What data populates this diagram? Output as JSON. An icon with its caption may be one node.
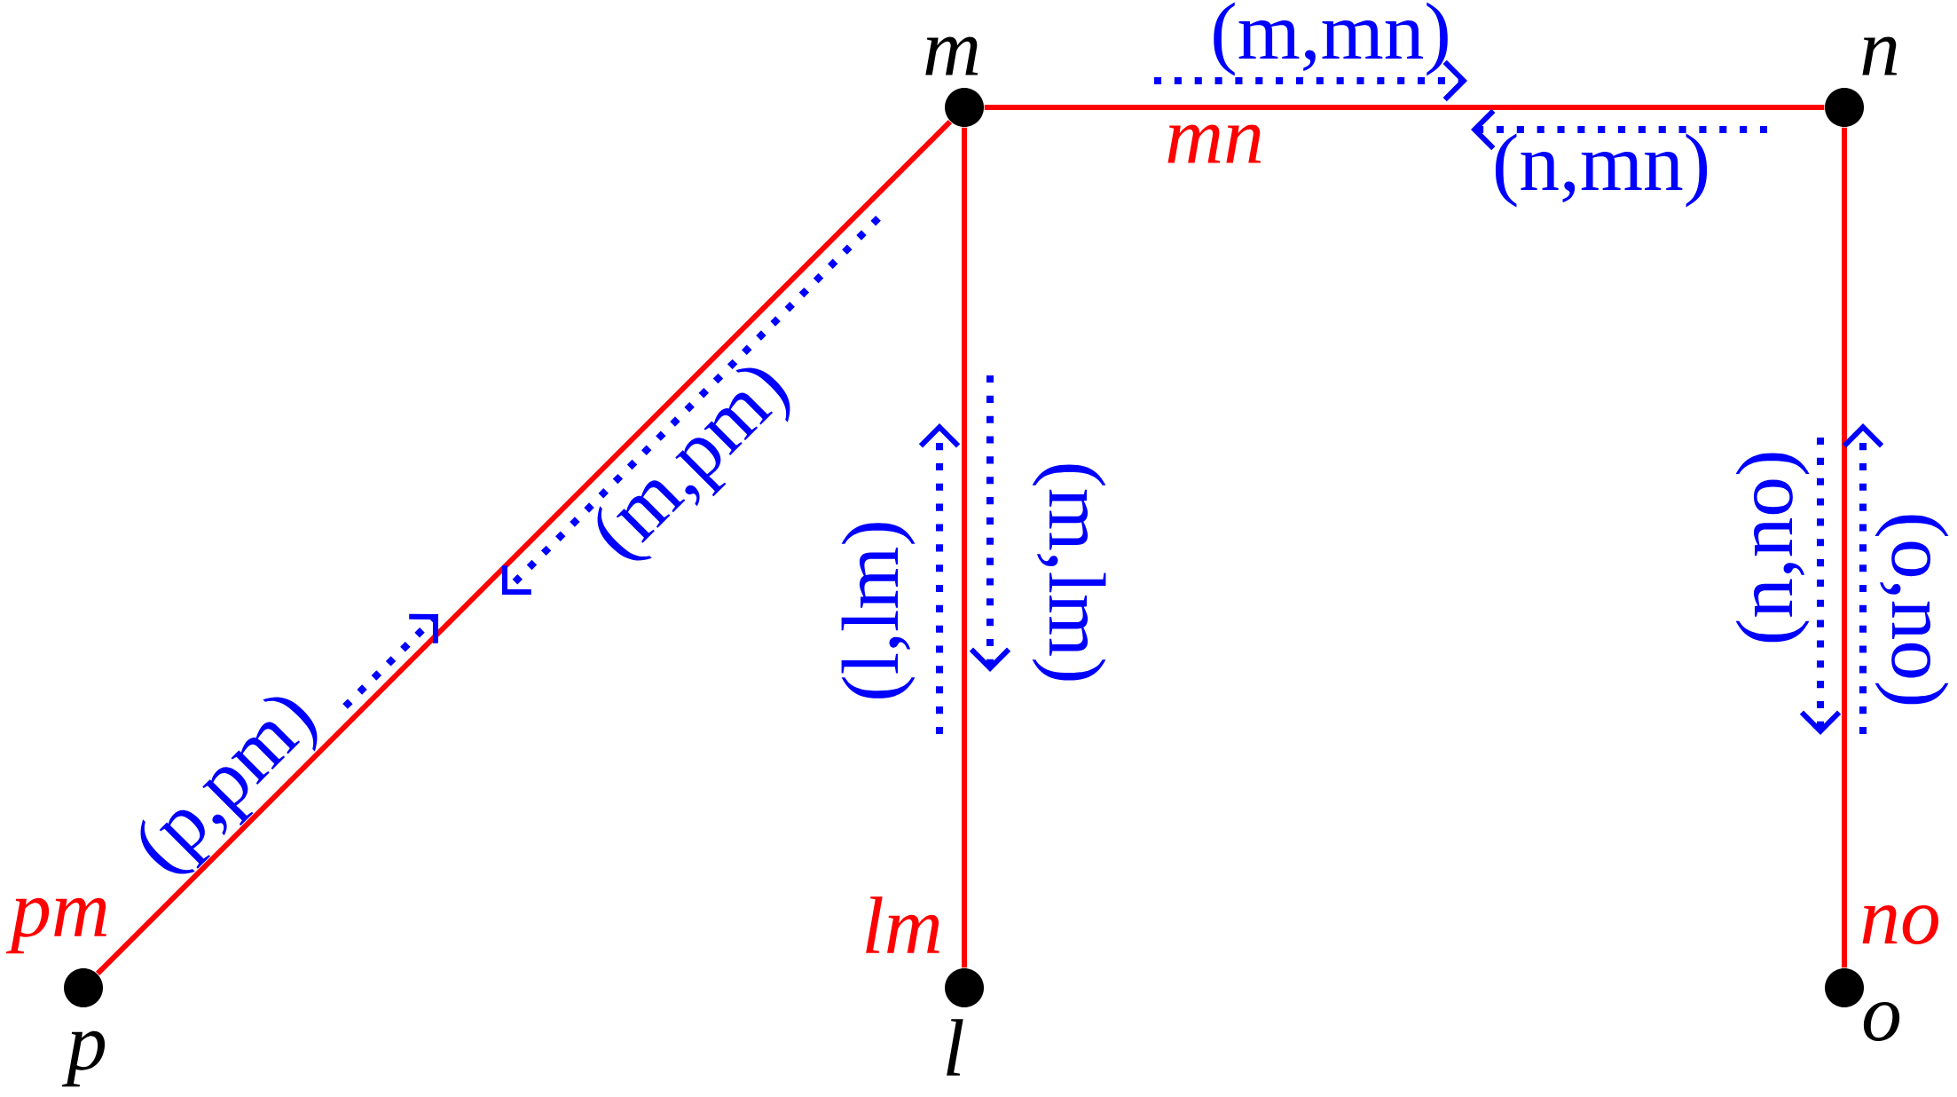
{
  "diagram": {
    "nodes": [
      {
        "text": [],
        "shape": "circle",
        "beside": [
          "m"
        ]
      },
      {
        "text": [],
        "shape": "circle",
        "beside": [
          "n"
        ]
      },
      {
        "text": [],
        "shape": "circle",
        "beside": [
          "p"
        ]
      },
      {
        "text": [],
        "shape": "circle",
        "beside": [
          "l"
        ]
      },
      {
        "text": [],
        "shape": "circle",
        "beside": [
          "o"
        ]
      }
    ],
    "edges": [
      {
        "from": 0,
        "to": 1,
        "arrow": "none",
        "label": "mn"
      },
      {
        "from": 2,
        "to": 0,
        "arrow": "none",
        "label": "pm"
      },
      {
        "from": 3,
        "to": 0,
        "arrow": "none",
        "label": "lm"
      },
      {
        "from": 1,
        "to": 4,
        "arrow": "none",
        "label": "no"
      }
    ],
    "labels": [
      "(m,mn)",
      "(n,mn)",
      "(m,pm)",
      "(l,lm)",
      "(m,lm)",
      "(n,no)",
      "(o,no)",
      "(p,pm)"
    ]
  }
}
